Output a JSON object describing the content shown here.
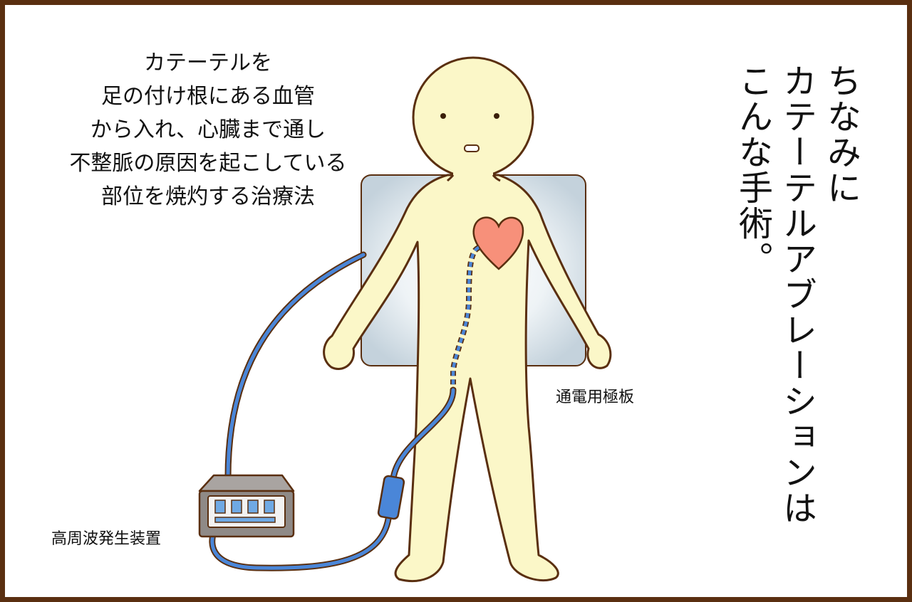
{
  "description": {
    "lines": [
      "カテーテルを",
      "足の付け根にある血管",
      "から入れ、心臓まで通し",
      "不整脈の原因を起こしている",
      "部位を焼灼する治療法"
    ]
  },
  "heading_vertical": {
    "lines": [
      "ちなみに",
      "カテーテルアブレーションは",
      "こんな手術。"
    ]
  },
  "labels": {
    "electrode": "通電用極板",
    "generator": "高周波発生装置"
  },
  "colors": {
    "frame": "#5a2f10",
    "body_fill": "#fbf7c8",
    "outline": "#5a2f10",
    "heart": "#f7907a",
    "catheter": "#4a86d8",
    "pad": "#d5e0e8",
    "device": "#8f8a87"
  }
}
